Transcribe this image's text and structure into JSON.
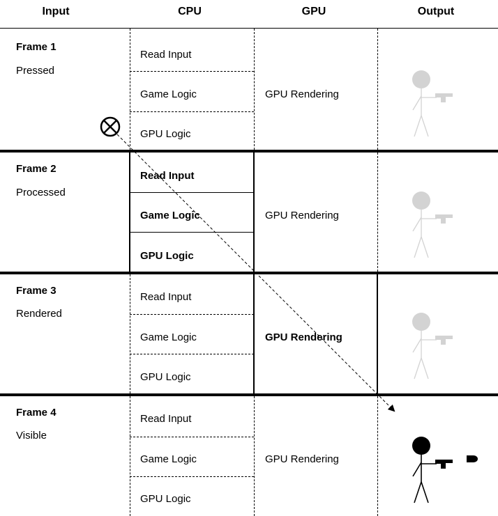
{
  "headers": {
    "input": "Input",
    "cpu": "CPU",
    "gpu": "GPU",
    "output": "Output"
  },
  "frames": [
    {
      "title": "Frame 1",
      "state": "Pressed",
      "cpu": [
        "Read Input",
        "Game Logic",
        "GPU Logic"
      ],
      "cpu_bold": false,
      "gpu": "GPU Rendering",
      "gpu_bold": false,
      "output_active": false
    },
    {
      "title": "Frame 2",
      "state": "Processed",
      "cpu": [
        "Read Input",
        "Game Logic",
        "GPU Logic"
      ],
      "cpu_bold": true,
      "gpu": "GPU Rendering",
      "gpu_bold": false,
      "output_active": false
    },
    {
      "title": "Frame 3",
      "state": "Rendered",
      "cpu": [
        "Read Input",
        "Game Logic",
        "GPU Logic"
      ],
      "cpu_bold": false,
      "gpu": "GPU Rendering",
      "gpu_bold": true,
      "output_active": false
    },
    {
      "title": "Frame 4",
      "state": "Visible",
      "cpu": [
        "Read Input",
        "Game Logic",
        "GPU Logic"
      ],
      "cpu_bold": false,
      "gpu": "GPU Rendering",
      "gpu_bold": false,
      "output_active": true
    }
  ],
  "icons": {
    "input_marker": "crossed-circle-icon",
    "figure": "stick-figure-with-gun-icon",
    "bullet": "bullet-icon"
  },
  "colors": {
    "inactive_figure": "#d3d3d3",
    "active_figure": "#000000",
    "lines": "#000000"
  }
}
